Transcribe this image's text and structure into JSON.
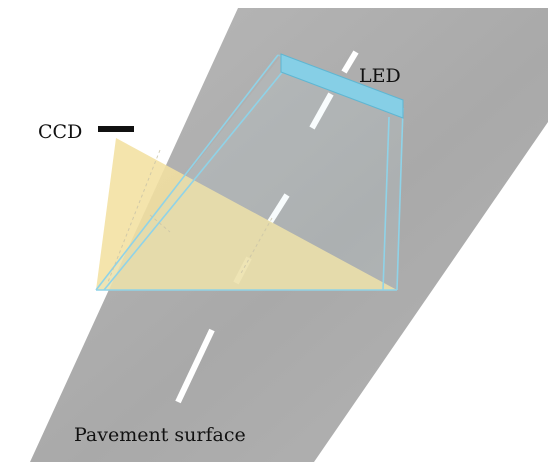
{
  "diagram": {
    "labels": {
      "led": "LED",
      "ccd": "CCD",
      "surface": "Pavement surface"
    },
    "colors": {
      "road": "#a6a6a6",
      "road_edge": "#9a9a9a",
      "lane_marking": "#ffffff",
      "light_beam": "#8fd3e8",
      "led_bar": "#86cfe6",
      "camera_view": "#f3e0a0",
      "ccd_sensor": "#111111"
    }
  }
}
